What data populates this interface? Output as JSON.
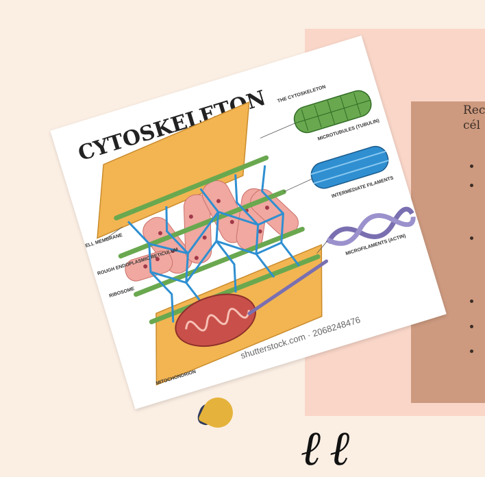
{
  "slide": {
    "text_line_1": "Rec",
    "text_line_2": "cél"
  },
  "diagram": {
    "title": "CYTOSKELETON",
    "inset_title": "THE CYTOSKELETON",
    "labels_left": [
      "CELL MEMBRANE",
      "ROUGH ENDOPLASMIC RETICULUM",
      "RIBOSOME",
      "MITOCHONDRION"
    ],
    "labels_right": [
      "MICROTUBULES (TUBULIN)",
      "INTERMEDIATE FILAMENTS",
      "MICROFILAMENTS (ACTIN)"
    ],
    "watermark": "shutterstock.com · 2068248476"
  },
  "colors": {
    "background": "#fbeee3",
    "panel_pink": "#f9d6c8",
    "panel_brown": "#cd9a7f",
    "membrane_yellow": "#f2b552",
    "microtubule_green": "#6aa84f",
    "filament_blue": "#2f8fd1",
    "actin_purple": "#7a6fb0",
    "er_pink": "#f0a8a0",
    "mitochondrion_red": "#c9504a"
  }
}
